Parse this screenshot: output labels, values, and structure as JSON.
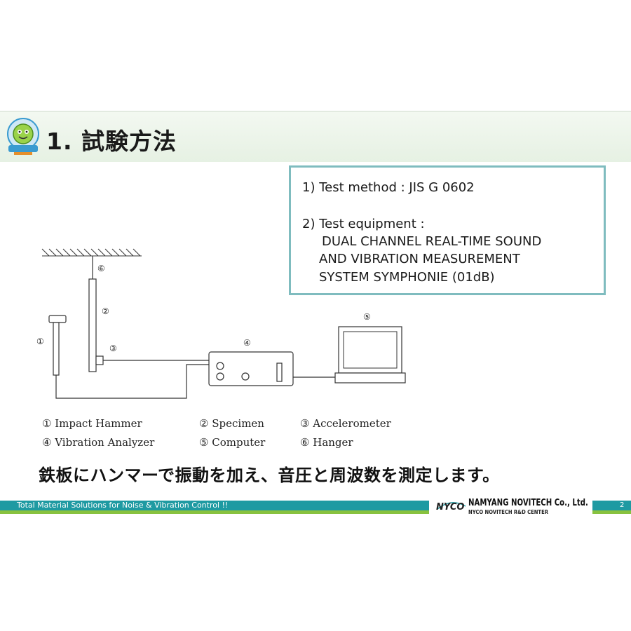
{
  "header": {
    "title": "1. 試験方法"
  },
  "info_box": {
    "line1": "1) Test method : JIS G 0602",
    "line2": "2) Test equipment :",
    "line3": "DUAL CHANNEL REAL-TIME SOUND",
    "line4": "AND VIBRATION MEASUREMENT",
    "line5": "SYSTEM SYMPHONIE (01dB)"
  },
  "diagram": {
    "markers": [
      "①",
      "②",
      "③",
      "④",
      "⑤",
      "⑥"
    ]
  },
  "legend": [
    {
      "num": "①",
      "label": "Impact Hammer"
    },
    {
      "num": "②",
      "label": "Specimen"
    },
    {
      "num": "③",
      "label": "Accelerometer"
    },
    {
      "num": "④",
      "label": "Vibration Analyzer"
    },
    {
      "num": "⑤",
      "label": "Computer"
    },
    {
      "num": "⑥",
      "label": "Hanger"
    }
  ],
  "caption": "鉄板にハンマーで振動を加え、音圧と周波数を測定します。",
  "footer": {
    "tagline": "Total Material Solutions for Noise & Vibration Control !!",
    "brand_logo": "NYCO",
    "brand_name": "NAMYANG NOVITECH Co., Ltd.",
    "brand_sub": "NYCO NOVITECH R&D CENTER",
    "page_number": "2"
  },
  "colors": {
    "accent_teal": "#1e9aa2",
    "accent_green": "#88c23f",
    "box_border": "#7fbcbf"
  }
}
